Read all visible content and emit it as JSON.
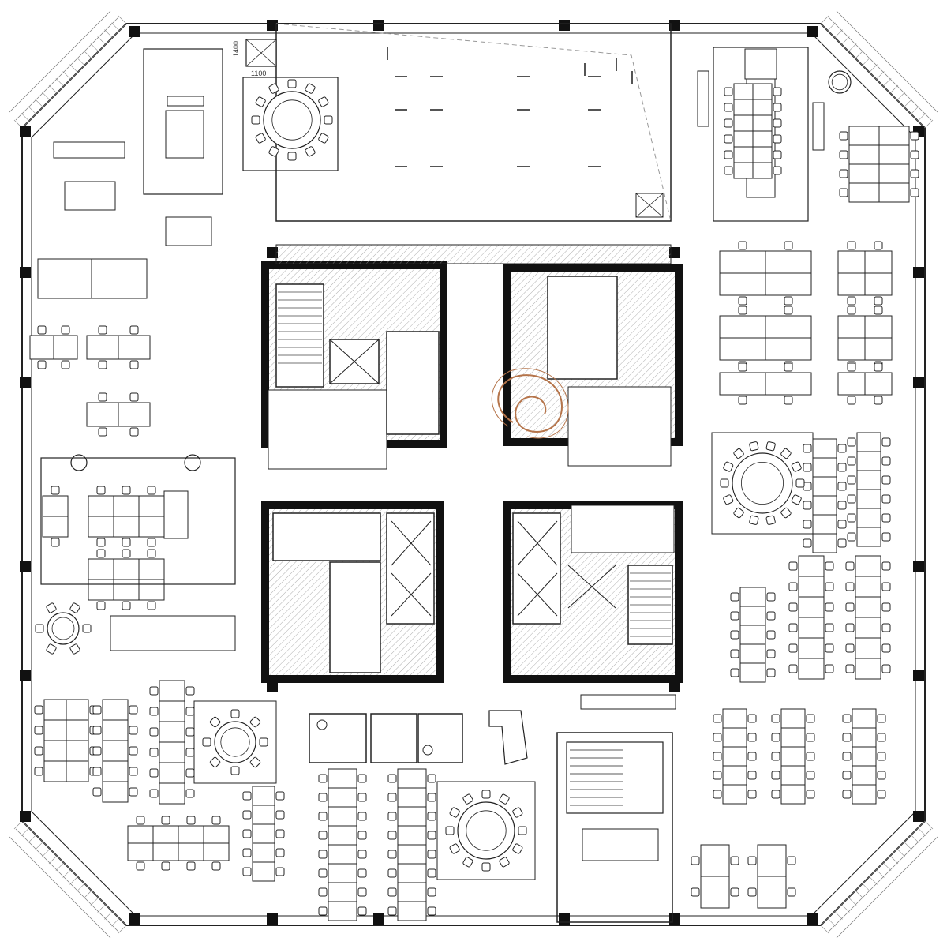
{
  "plan": {
    "dimension_labels": {
      "shaft_height": "1400",
      "shaft_width": "1100"
    },
    "colors": {
      "line": "#222222",
      "wall": "#111111",
      "hatch": "#9a9a9a",
      "stair_accent": "#b5744a",
      "background": "#ffffff"
    },
    "content": {
      "column_count": 28,
      "round_table_count": 6,
      "workstation_cluster_count": 14
    }
  }
}
